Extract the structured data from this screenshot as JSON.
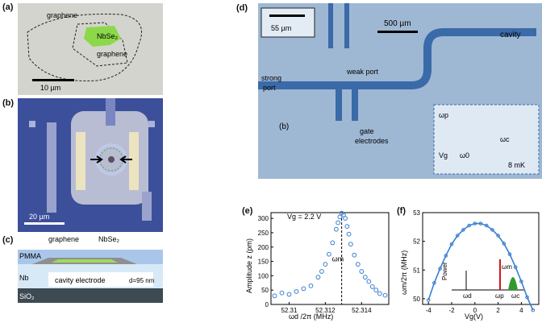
{
  "panels": {
    "a": {
      "label": "(a)",
      "graphene_top": "graphene",
      "graphene_bottom": "graphene",
      "nbse2": "NbSe₂",
      "scalebar": "10 µm"
    },
    "b": {
      "label": "(b)",
      "scalebar": "20 µm"
    },
    "c": {
      "label": "(c)",
      "pmma": "PMMA",
      "graphene": "graphene",
      "nbse2": "NbSe₂",
      "nb": "Nb",
      "cavity_electrode": "cavity electrode",
      "gap": "d=95 nm",
      "sio2": "SiO₂"
    },
    "d": {
      "label": "(d)",
      "inset_scalebar": "55 µm",
      "scalebar": "500 µm",
      "cavity": "cavity",
      "weak_port": "weak port",
      "strong_port_1": "strong",
      "strong_port_2": "port",
      "b_ref": "(b)",
      "gate_1": "gate",
      "gate_2": "electrodes",
      "circuit_wp": "ωp",
      "circuit_wc": "ωc",
      "circuit_vg": "Vg",
      "circuit_w0": "ω0",
      "circuit_temp": "8 mK"
    },
    "e": {
      "label": "(e)",
      "vg_text": "Vg = 2.2 V",
      "ylabel": "Amplitude z (pm)",
      "xlabel": "ωd /2π (MHz)",
      "peak_label": "ωm"
    },
    "f": {
      "label": "(f)",
      "ylabel": "ωm/2π (MHz)",
      "xlabel": "Vg(V)",
      "inset_power": "Power",
      "inset_wd": "ωd",
      "inset_wp": "ωp",
      "inset_wc": "ωc",
      "inset_wm": "ωm"
    }
  },
  "chart_data": [
    {
      "type": "scatter",
      "panel": "e",
      "xlabel": "ωd /2π (MHz)",
      "ylabel": "Amplitude z (pm)",
      "xlim": [
        52.309,
        52.3155
      ],
      "ylim": [
        0,
        320
      ],
      "xticks": [
        52.31,
        52.312,
        52.314
      ],
      "yticks": [
        0,
        50,
        100,
        150,
        200,
        250,
        300
      ],
      "x": [
        52.3092,
        52.3096,
        52.31,
        52.3104,
        52.3108,
        52.3112,
        52.3116,
        52.3118,
        52.312,
        52.3122,
        52.3124,
        52.3126,
        52.3127,
        52.3128,
        52.3129,
        52.313,
        52.3131,
        52.3132,
        52.3133,
        52.3134,
        52.3136,
        52.3138,
        52.314,
        52.3142,
        52.3144,
        52.3146,
        52.3148,
        52.315,
        52.3153
      ],
      "y": [
        30,
        40,
        35,
        45,
        55,
        65,
        95,
        115,
        140,
        175,
        215,
        262,
        285,
        305,
        318,
        312,
        300,
        272,
        245,
        210,
        172,
        140,
        115,
        95,
        80,
        62,
        50,
        38,
        32
      ]
    },
    {
      "type": "line",
      "panel": "f",
      "xlabel": "Vg(V)",
      "ylabel": "ωm/2π (MHz)",
      "xlim": [
        -4.5,
        5.5
      ],
      "ylim": [
        49.8,
        53
      ],
      "xticks": [
        -4,
        -2,
        0,
        2,
        4
      ],
      "yticks": [
        50,
        51,
        52,
        53
      ],
      "x": [
        -4,
        -3.5,
        -3,
        -2.5,
        -2,
        -1.5,
        -1,
        -0.5,
        0,
        0.5,
        1,
        1.5,
        2,
        2.5,
        3,
        3.5,
        4,
        4.5,
        5
      ],
      "y": [
        49.95,
        50.55,
        51.05,
        51.5,
        51.9,
        52.2,
        52.4,
        52.55,
        52.62,
        52.62,
        52.55,
        52.4,
        52.2,
        51.92,
        51.55,
        51.1,
        50.6,
        50.05,
        49.6
      ]
    }
  ]
}
